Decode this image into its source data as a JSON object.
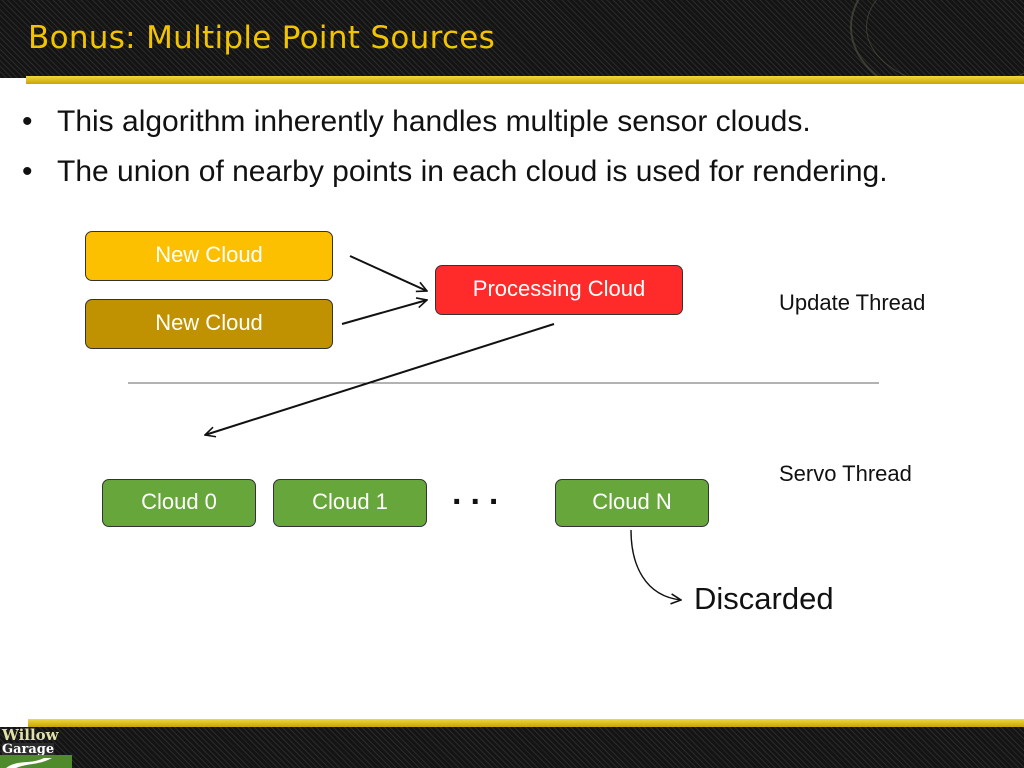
{
  "slide": {
    "title": "Bonus: Multiple Point Sources",
    "bullets": [
      "This algorithm inherently handles multiple sensor clouds.",
      "The union of nearby points in each cloud is used for rendering."
    ],
    "bullet_glyph": "•"
  },
  "diagram": {
    "new_cloud_1": "New Cloud",
    "new_cloud_2": "New Cloud",
    "processing_cloud": "Processing Cloud",
    "update_thread": "Update Thread",
    "servo_thread": "Servo Thread",
    "cloud_0": "Cloud 0",
    "cloud_1": "Cloud 1",
    "ellipsis": "...",
    "cloud_n": "Cloud N",
    "discarded": "Discarded"
  },
  "footer": {
    "logo_line1": "Willow",
    "logo_line2": "Garage"
  },
  "colors": {
    "title": "#f2c400",
    "new_cloud_1": "#fdc000",
    "new_cloud_2": "#c09100",
    "processing_cloud": "#ff2b2b",
    "cloud": "#66a63a"
  }
}
